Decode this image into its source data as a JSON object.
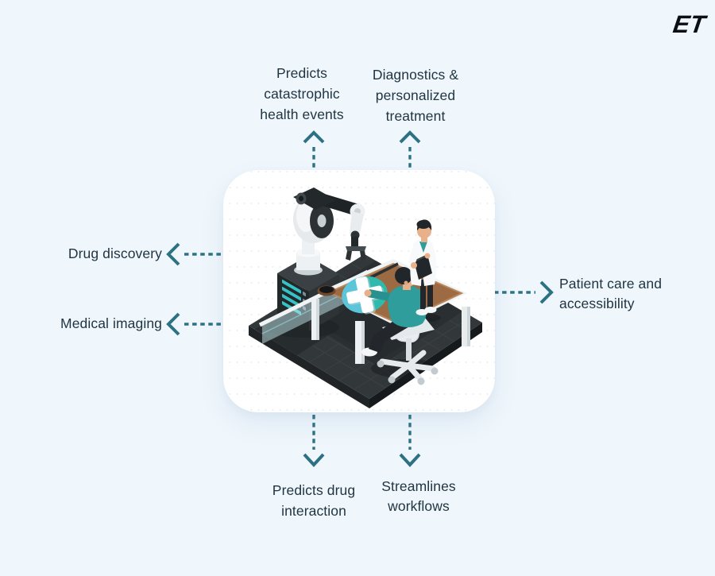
{
  "page": {
    "background": "#eff6fc",
    "text_color": "#1f3440",
    "arrow_color": "#2d7283"
  },
  "logo": {
    "text": "ET"
  },
  "callouts": {
    "top_left": {
      "lines": [
        "Predicts",
        "catastrophic",
        "health events"
      ]
    },
    "top_right": {
      "lines": [
        "Diagnostics &",
        "personalized",
        "treatment"
      ]
    },
    "mid_left_1": {
      "text": "Drug discovery"
    },
    "mid_left_2": {
      "text": "Medical imaging"
    },
    "mid_right": {
      "lines": [
        "Patient care and",
        "accessibility"
      ]
    },
    "bottom_left": {
      "lines": [
        "Predicts drug",
        "interaction"
      ]
    },
    "bottom_right": {
      "lines": [
        "Streamlines",
        "workflows"
      ]
    }
  },
  "illustration": {
    "description": "Isometric robotic arm with medical cross table, seated clinician and standing doctor on dark platform",
    "colors": {
      "platform": "#32373a",
      "platform_side": "#202427",
      "grid_line": "#41474b",
      "robot_light": "#eef1f3",
      "robot_dark": "#1e2326",
      "console_screen": "#36c3c6",
      "table_top": "#9c6b44",
      "table_frame": "#f0f3f4",
      "glass": "#c3e8ec",
      "circle_left": "#5cc5da",
      "circle_right": "#30b9ad",
      "cross": "#ffffff",
      "clothing_teal": "#2f9d9b",
      "coat_white": "#f7f9fa",
      "skin": "#e9b18a",
      "hair": "#21262b",
      "trousers": "#23272b",
      "chair": "#e9edef"
    }
  }
}
